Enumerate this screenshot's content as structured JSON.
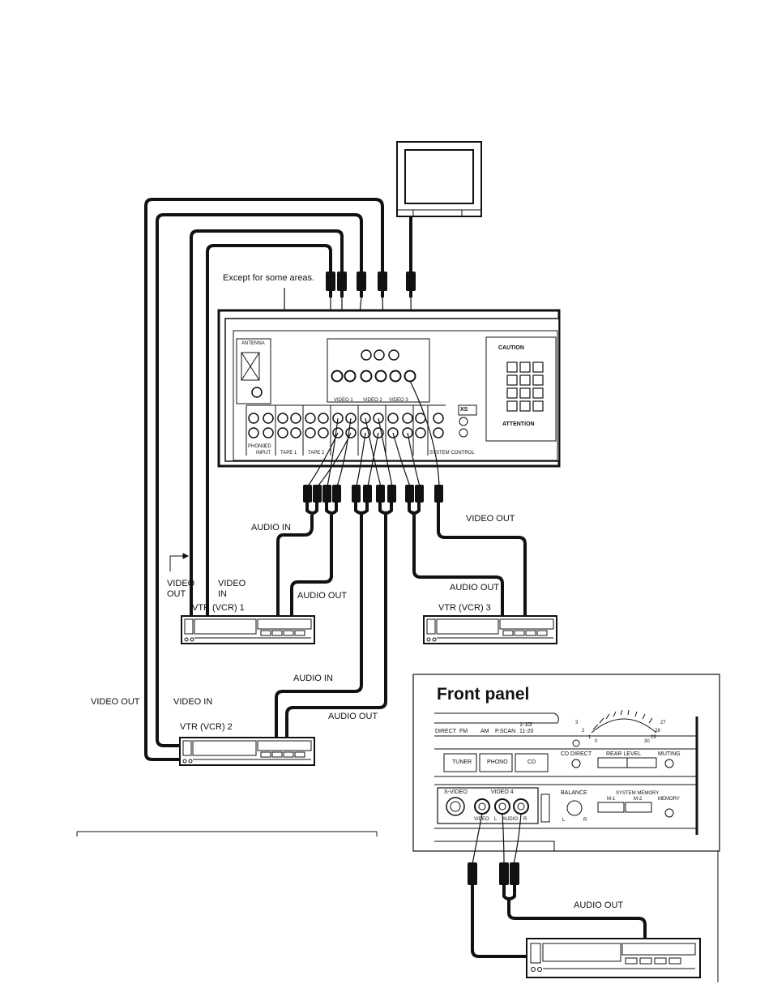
{
  "labels": {
    "except_areas": "Except for some areas.",
    "vcr1": "VTR (VCR) 1",
    "vcr2": "VTR (VCR) 2",
    "vcr3": "VTR (VCR) 3",
    "audio_in_1": "AUDIO IN",
    "audio_in_2": "AUDIO IN",
    "audio_out_1": "AUDIO OUT",
    "audio_out_2": "AUDIO OUT",
    "audio_out_3": "AUDIO OUT",
    "audio_out_front": "AUDIO OUT",
    "video_out_vcr3": "VIDEO OUT",
    "video_out_left": "VIDEO OUT",
    "video_in_vcr2": "VIDEO IN",
    "video_out_vcr1": "VIDEO\nOUT",
    "video_in_vcr1": "VIDEO\nIN"
  },
  "front_panel": {
    "title": "Front panel",
    "band": [
      "DIRECT",
      "FM",
      "AM",
      "P.SCAN",
      "1-10/\n11-20"
    ],
    "buttons": [
      "TUNER",
      "PHONO",
      "CD"
    ],
    "cd_direct": "CD DIRECT",
    "rear_level": "REAR LEVEL",
    "muting": "MUTING",
    "s_video": "S-VIDEO",
    "video4": "VIDEO 4",
    "jack_video": "VIDEO",
    "jack_l": "L",
    "jack_audio": "AUDIO",
    "jack_r": "R",
    "balance": "BALANCE",
    "balance_l": "L",
    "balance_r": "R",
    "system_memory": "SYSTEM MEMORY",
    "m1": "M-1",
    "m2": "M-2",
    "memory": "MEMORY",
    "dial_numbers": [
      "3",
      "2",
      "1",
      "0",
      "27",
      "28",
      "29",
      "30"
    ]
  },
  "rear_panel": {
    "caution": "CAUTION",
    "attention": "ATTENTION",
    "xs": "XS",
    "input_label": "INPUT",
    "phono": "PHONO",
    "cd": "CD",
    "tape1": "TAPE 1",
    "tape2": "TAPE 2",
    "video1": "VIDEO 1",
    "video2": "VIDEO 2",
    "video3": "VIDEO 3",
    "antenna": "ANTENNA",
    "system_control": "SYSTEM CONTROL"
  }
}
